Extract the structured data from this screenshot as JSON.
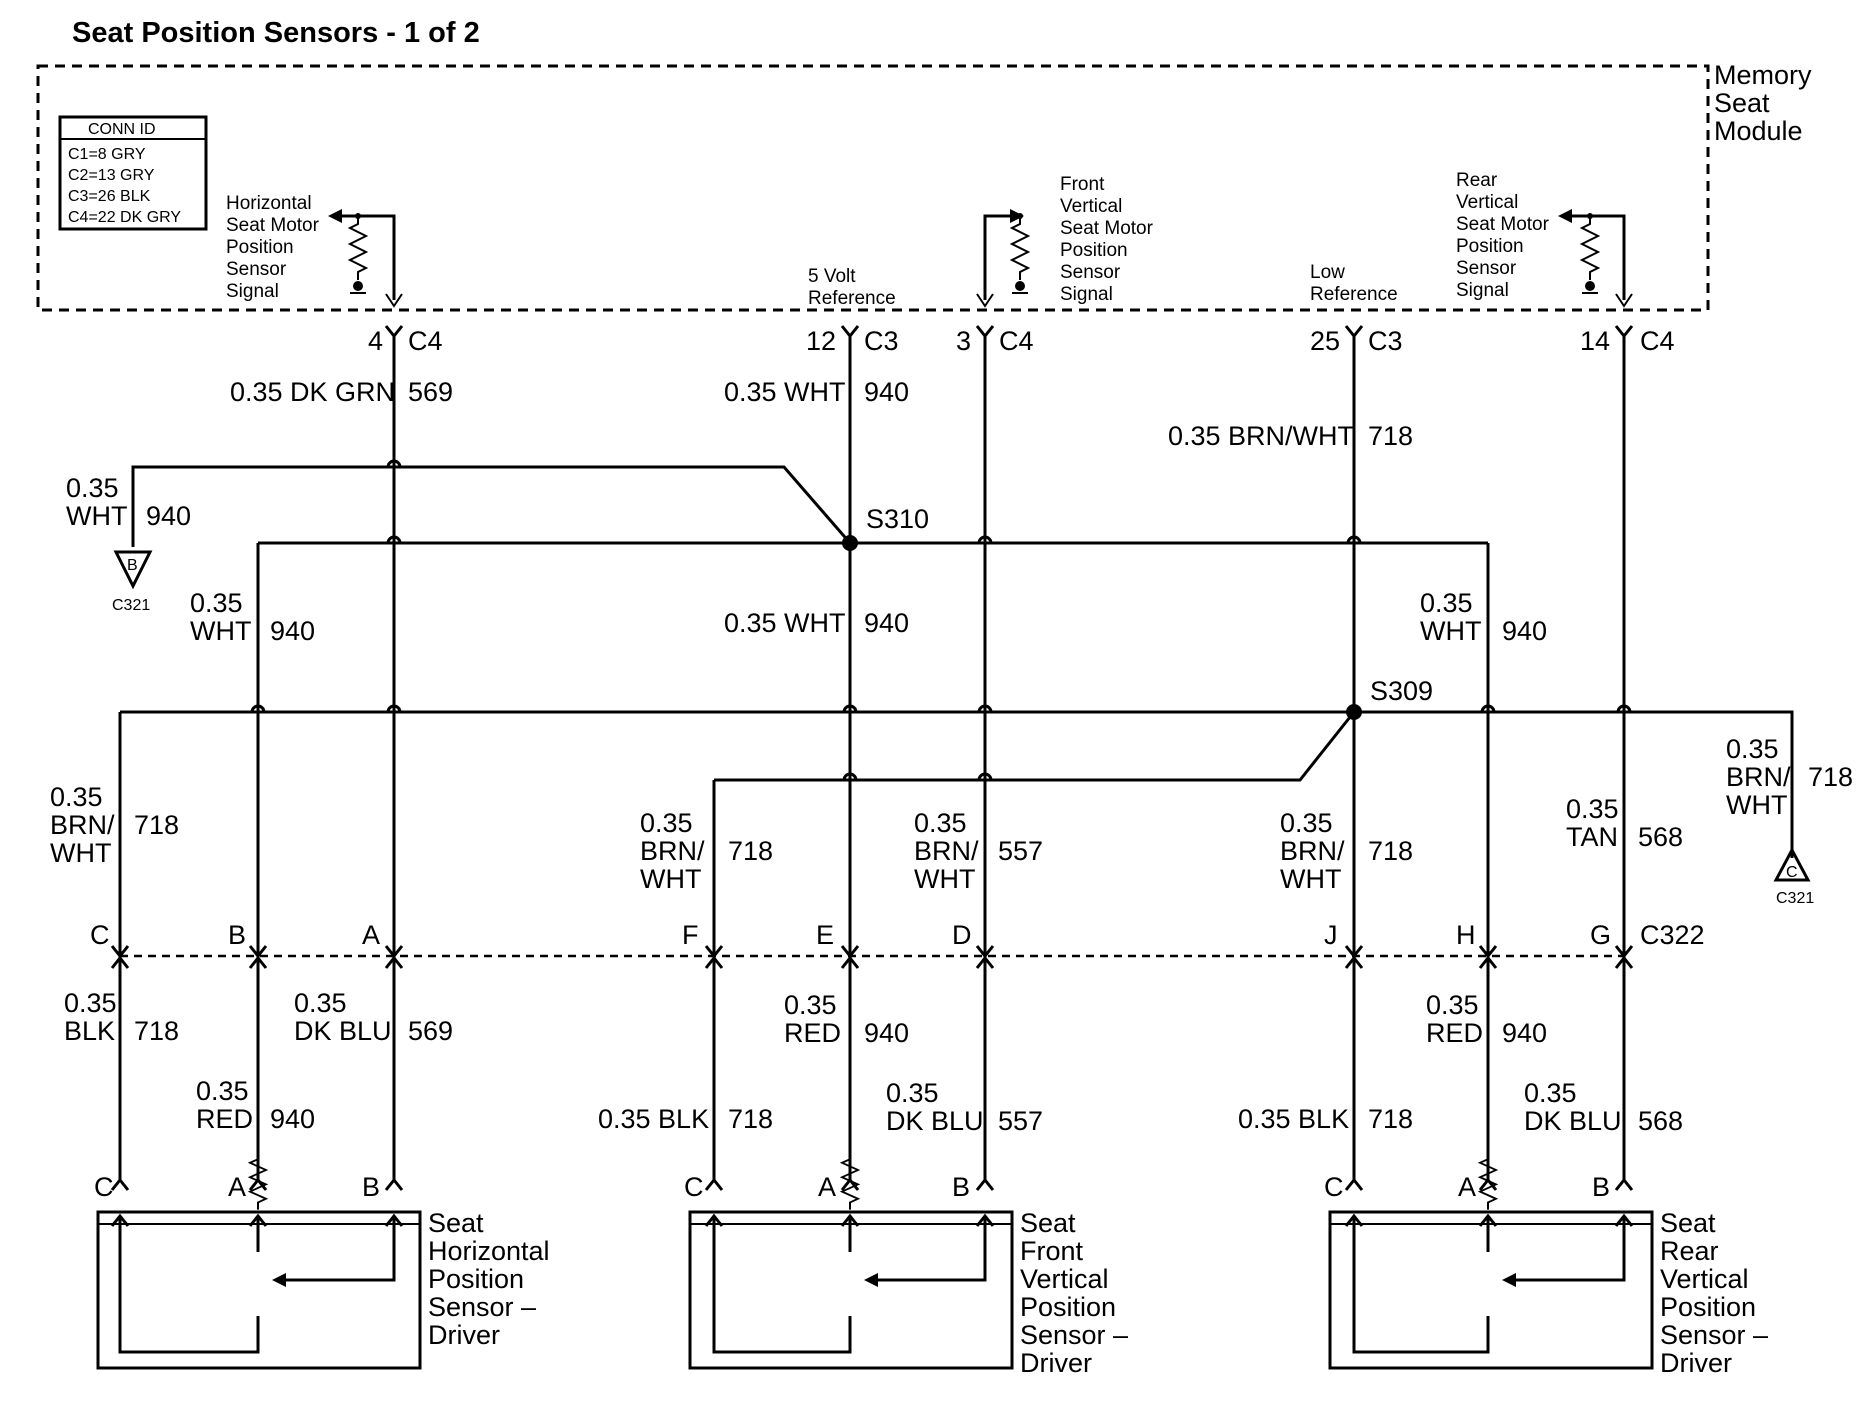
{
  "title": "Seat Position Sensors - 1 of 2",
  "module": {
    "name": [
      "Memory",
      "Seat",
      "Module"
    ]
  },
  "conn_box": {
    "header": "CONN ID",
    "rows": [
      "C1=8 GRY",
      "C2=13 GRY",
      "C3=26 BLK",
      "C4=22 DK GRY"
    ]
  },
  "module_signals": {
    "horizontal": [
      "Horizontal",
      "Seat Motor",
      "Position",
      "Sensor",
      "Signal"
    ],
    "five_volt": [
      "5 Volt",
      "Reference"
    ],
    "front_vertical": [
      "Front",
      "Vertical",
      "Seat Motor",
      "Position",
      "Sensor",
      "Signal"
    ],
    "low_ref": [
      "Low",
      "Reference"
    ],
    "rear_vertical": [
      "Rear",
      "Vertical",
      "Seat Motor",
      "Position",
      "Sensor",
      "Signal"
    ]
  },
  "module_pins": {
    "p1": {
      "pin": "4",
      "conn": "C4"
    },
    "p2": {
      "pin": "12",
      "conn": "C3"
    },
    "p3": {
      "pin": "3",
      "conn": "C4"
    },
    "p4": {
      "pin": "25",
      "conn": "C3"
    },
    "p5": {
      "pin": "14",
      "conn": "C4"
    }
  },
  "upper_wires": {
    "dkgrn": {
      "label": "0.35 DK GRN",
      "circuit": "569"
    },
    "wht_top": {
      "label": "0.35 WHT",
      "circuit": "940"
    },
    "brnwht_top": {
      "label": "0.35 BRN/WHT",
      "circuit": "718"
    },
    "wht_mid": {
      "label": "0.35 WHT",
      "circuit": "940"
    },
    "wht_left_a": "0.35",
    "wht_left_b": "WHT",
    "wht_left_c": "940",
    "wht_left2_a": "0.35",
    "wht_left2_b": "WHT",
    "wht_left2_c": "940",
    "wht_right_a": "0.35",
    "wht_right_b": "WHT",
    "wht_right_c": "940"
  },
  "splices": {
    "s310": "S310",
    "s309": "S309"
  },
  "ground_b": {
    "letter": "B",
    "conn": "C321"
  },
  "ground_c": {
    "letter": "C",
    "conn": "C321"
  },
  "mid_wires": {
    "w1": [
      "0.35",
      "BRN/",
      "WHT",
      "718"
    ],
    "w2": [
      "0.35",
      "BRN/",
      "WHT",
      "718"
    ],
    "w3": [
      "0.35",
      "BRN/",
      "WHT",
      "557"
    ],
    "w4": [
      "0.35",
      "BRN/",
      "WHT",
      "718"
    ],
    "w5": [
      "0.35",
      "TAN",
      "568"
    ],
    "w6": [
      "0.35",
      "BRN/",
      "WHT",
      "718"
    ]
  },
  "c322": {
    "name": "C322",
    "pins": [
      "C",
      "B",
      "A",
      "F",
      "E",
      "D",
      "J",
      "H",
      "G"
    ]
  },
  "lower_wires": {
    "l1": [
      "0.35",
      "BLK",
      "718"
    ],
    "l2": [
      "0.35",
      "DK BLU",
      "569"
    ],
    "l3": [
      "0.35",
      "RED",
      "940"
    ],
    "l4": [
      "0.35 BLK",
      "718"
    ],
    "l5": [
      "0.35",
      "RED",
      "940"
    ],
    "l6": [
      "0.35",
      "DK BLU",
      "557"
    ],
    "l7": [
      "0.35 BLK",
      "718"
    ],
    "l8": [
      "0.35",
      "RED",
      "940"
    ],
    "l9": [
      "0.35",
      "DK BLU",
      "568"
    ]
  },
  "sensor_pins": [
    "C",
    "A",
    "B",
    "C",
    "A",
    "B",
    "C",
    "A",
    "B"
  ],
  "sensors": [
    [
      "Seat",
      "Horizontal",
      "Position",
      "Sensor –",
      "Driver"
    ],
    [
      "Seat",
      "Front",
      "Vertical",
      "Position",
      "Sensor –",
      "Driver"
    ],
    [
      "Seat",
      "Rear",
      "Vertical",
      "Position",
      "Sensor –",
      "Driver"
    ]
  ]
}
